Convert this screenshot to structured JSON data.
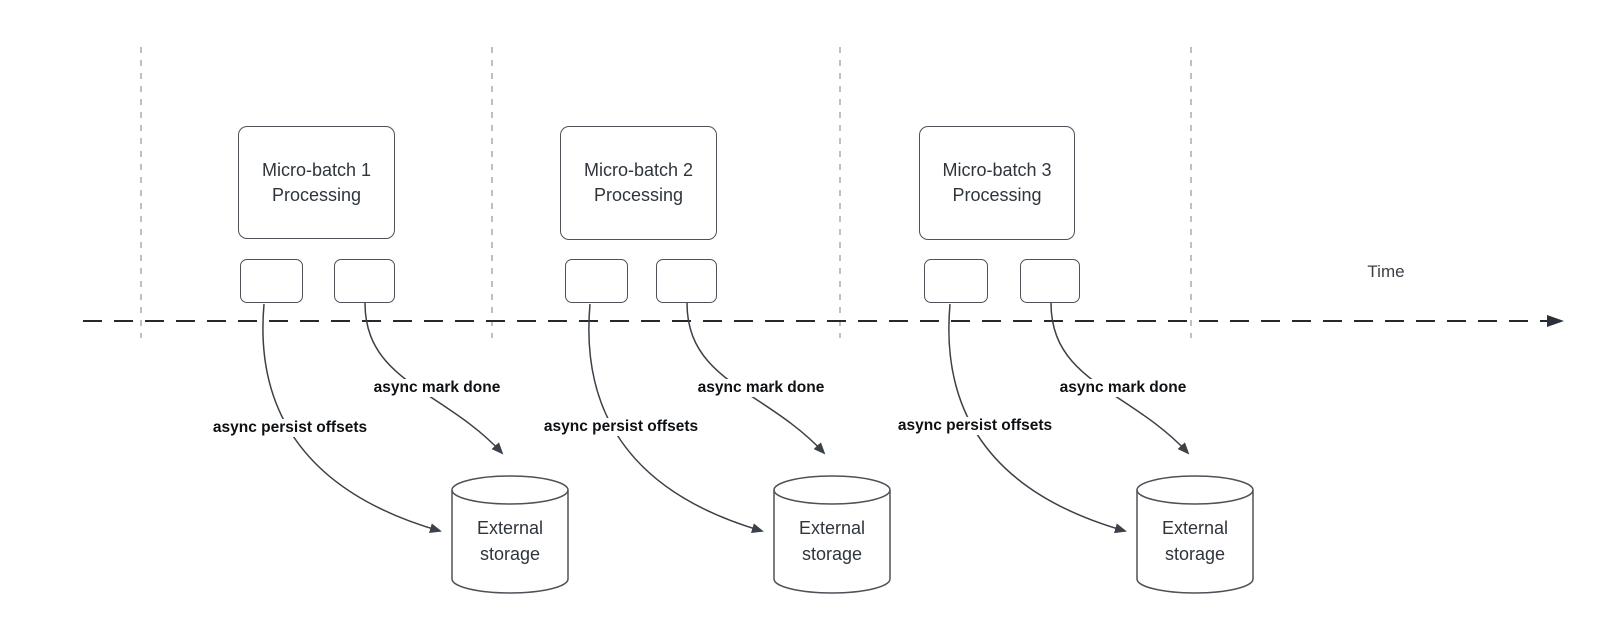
{
  "timeline": {
    "label": "Time"
  },
  "batches": [
    {
      "title_line1": "Micro-batch 1",
      "title_line2": "Processing",
      "persist_label": "async persist offsets",
      "mark_done_label": "async mark done",
      "storage_line1": "External",
      "storage_line2": "storage"
    },
    {
      "title_line1": "Micro-batch 2",
      "title_line2": "Processing",
      "persist_label": "async persist offsets",
      "mark_done_label": "async mark done",
      "storage_line1": "External",
      "storage_line2": "storage"
    },
    {
      "title_line1": "Micro-batch 3",
      "title_line2": "Processing",
      "persist_label": "async persist offsets",
      "mark_done_label": "async mark done",
      "storage_line1": "External",
      "storage_line2": "storage"
    }
  ],
  "colors": {
    "node_stroke": "#4e5258",
    "connector_stroke": "#3b4148",
    "timeline_stroke": "#24292e",
    "gridline_stroke": "#a6a6a6",
    "node_text": "#2f353b",
    "label_text": "#0e1114"
  }
}
